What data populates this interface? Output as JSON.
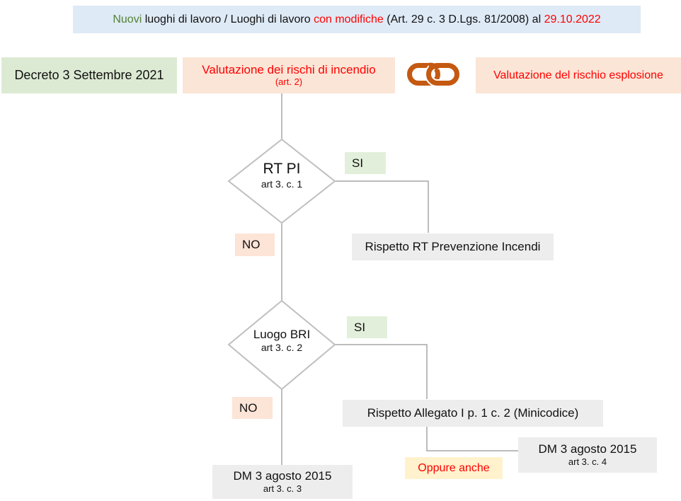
{
  "colors": {
    "banner_bg": "#deeaf6",
    "green_box_bg": "#dcead3",
    "peach_bg": "#fbe5d6",
    "yellow_bg": "#fff2cc",
    "gray_box_bg": "#ededed",
    "si_label_bg": "#e2efda",
    "no_label_bg": "#fce4d6",
    "red_text": "#ff0000",
    "green_text": "#538135",
    "chain_icon_orange": "#c45911",
    "diamond_stroke": "#bfbfbf",
    "connector_gray": "#a6a6a6"
  },
  "header": {
    "segments": [
      {
        "text": "Nuovi ",
        "color": "#538135"
      },
      {
        "text": "luoghi di lavoro / Luoghi di lavoro ",
        "color": "#111111"
      },
      {
        "text": "con modifiche",
        "color": "#ff0000"
      },
      {
        "text": " (Art. 29 c. 3 D.Lgs. 81/2008) al ",
        "color": "#111111"
      },
      {
        "text": "29.10.2022",
        "color": "#ff0000"
      }
    ]
  },
  "top_row": {
    "decree_label": "Decreto 3 Settembre 2021",
    "fire_risk": {
      "line1": "Valutazione dei rischi di incendio",
      "line2": "(art. 2)"
    },
    "link_icon": "chain-link-icon",
    "explosion_risk": "Valutazione del rischio esplosione"
  },
  "flowchart": {
    "decision1": {
      "title": "RT PI",
      "subtitle": "art 3. c. 1"
    },
    "decision2": {
      "title": "Luogo BRI",
      "subtitle": "art 3. c. 2"
    },
    "labels": {
      "yes1": "SI",
      "no1": "NO",
      "yes2": "SI",
      "no2": "NO",
      "or_also": "Oppure anche"
    },
    "results": {
      "rt_prevenzione": "Rispetto RT Prevenzione Incendi",
      "minicodice": "Rispetto Allegato I p. 1 c. 2 (Minicodice)",
      "dm_c3": {
        "line1": "DM 3 agosto 2015",
        "line2": "art 3. c. 3"
      },
      "dm_c4": {
        "line1": "DM 3 agosto 2015",
        "line2": "art 3. c. 4"
      }
    }
  }
}
